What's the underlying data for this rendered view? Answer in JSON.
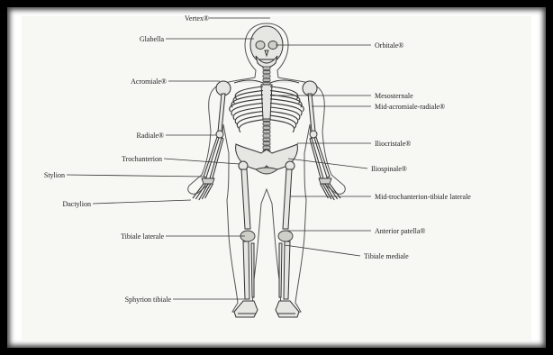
{
  "labels": {
    "vertex": "Vertex®",
    "glabella": "Glabella",
    "orbitale": "Orbitale®",
    "acromiale": "Acromiale®",
    "mesosternale": "Mesosternale",
    "mid_acromiale_radiale": "Mid-acromiale-radiale®",
    "radiale": "Radiale®",
    "iliocristale": "Iliocristale®",
    "trochanterion": "Trochanterion",
    "stylion": "Stylion",
    "iliospinale": "Iliospinale®",
    "dactylion": "Dactylion",
    "mid_trochanterion_tibiale_laterale": "Mid-trochanterion-tibiale laterale",
    "tibiale_laterale": "Tibiale laterale",
    "anterior_patella": "Anterior patella®",
    "tibiale_mediale": "Tibiale mediale",
    "sphyrion_tibiale": "Sphyrion tibiale"
  },
  "colors": {
    "frame": "#000000",
    "paper": "#f7f7f4",
    "ink": "#222222"
  }
}
